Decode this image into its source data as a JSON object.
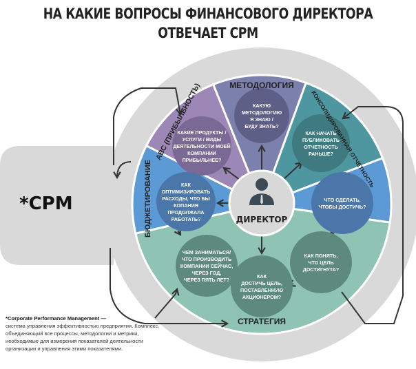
{
  "title": {
    "line1": "НА КАКИЕ ВОПРОСЫ ФИНАНСОВОГО ДИРЕКТОРА",
    "line2": "ОТВЕЧАЕТ CPM"
  },
  "tab_label": "*CPM",
  "center": {
    "label": "ДИРЕКТОР",
    "icon": "person-icon"
  },
  "sectors": [
    {
      "name": "methodology",
      "label": "МЕТОДОЛОГИЯ",
      "color": "#7c80ad",
      "circle_color": "#5d5f87"
    },
    {
      "name": "abc",
      "label": "АВС (ПРИБЫЛЬНОСТЬ)",
      "color": "#9c87b6",
      "circle_color": "#7a6895"
    },
    {
      "name": "consolidated",
      "label": "КОНСОЛИДИРОВАННАЯ ОТЧЕТНОСТЬ",
      "color": "#4f97a0",
      "circle_color": "#3e7a80"
    },
    {
      "name": "budgeting",
      "label": "БЮДЖЕТИРОВАНИЕ",
      "color": "#5c9ad6",
      "circle_color": "#4a76aa"
    },
    {
      "name": "goal",
      "label": "",
      "color": "#5c9ad6",
      "circle_color": "#4a76aa"
    },
    {
      "name": "strategy",
      "label": "СТРАТЕГИЯ",
      "color": "#8fc4b4",
      "circle_color": "#5e8a7e"
    }
  ],
  "questions": [
    {
      "lines": [
        "КАКУЮ",
        "МЕТОДОЛОГИЮ",
        "Я ЗНАЮ /",
        "БУДУ ЗНАТЬ?"
      ]
    },
    {
      "lines": [
        "КАКИЕ ПРОДУКТЫ /",
        "УСЛУГИ / ВИДЫ",
        "ДЕЯТЕЛЬНОСТИ МОЕЙ",
        "КОМПАНИИ",
        "ПРИБЫЛЬНЕЕ?"
      ]
    },
    {
      "lines": [
        "КАК НАЧАТЬ",
        "ПУБЛИКОВАТЬ",
        "ОТЧЕТНОСТЬ",
        "РАНЬШЕ?"
      ]
    },
    {
      "lines": [
        "КАК",
        "ОПТИМИЗИРОВАТЬ",
        "РАСХОДЫ, ЧТО БЫ",
        "КОПАНИЯ",
        "ПРОДОЛЖАЛА",
        "РАБОТАТЬ?"
      ]
    },
    {
      "lines": [
        "ЧТО СДЕЛАТЬ,",
        "ЧТОБЫ ДОСТИЧЬ?"
      ]
    },
    {
      "lines": [
        "ЧЕМ ЗАНИМАТЬСЯ/",
        "ЧТО ПРОИЗВОДИТЬ",
        "КОМПАНИИ СЕЙЧАС,",
        "ЧЕРЕЗ ГОД,",
        "ЧЕРЕЗ ПЯТЬ ЛЕТ?"
      ]
    },
    {
      "lines": [
        "КАК",
        "ДОСТИЧЬ ЦЕЛЬ,",
        "ПОСТАВЛЕННУЮ",
        "АКЦИОНЕРОМ?"
      ]
    },
    {
      "lines": [
        "КАК ПОНЯТЬ,",
        "ЧТО ЦЕЛЬ",
        "ДОСТИГНУТА?"
      ]
    }
  ],
  "footnote": {
    "term": "*Corporate Performance Management —",
    "text": "система управления эффективностью предприятия. Комплекс, объединяющий все процессы, методологии и метрики, необходимые для измерения показателей деятельности организации и управления этими показателями."
  }
}
